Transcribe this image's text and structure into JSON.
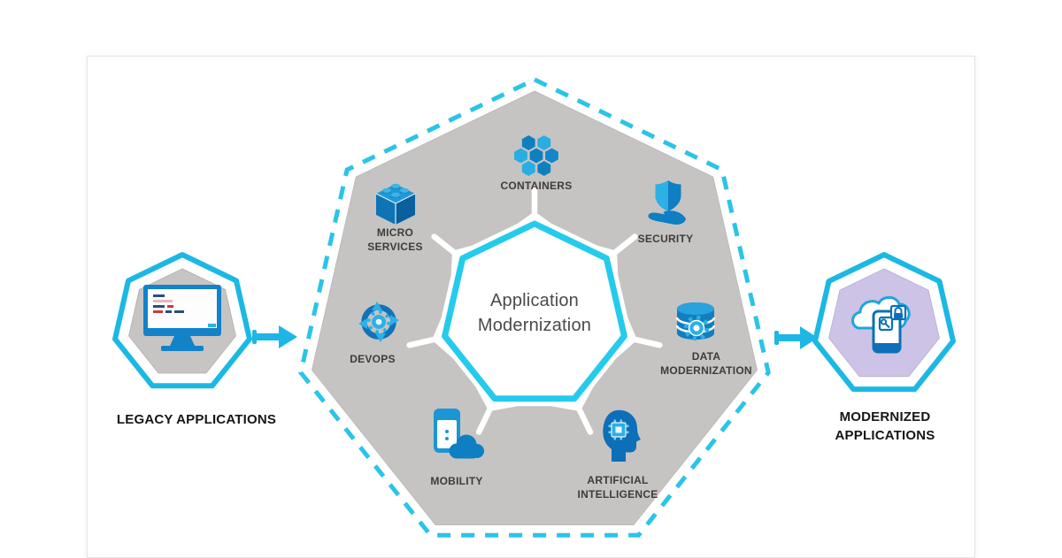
{
  "center": {
    "title": "Application Modernization"
  },
  "legacy": {
    "label": "LEGACY APPLICATIONS",
    "icon": "legacy-monitor-icon"
  },
  "modernized": {
    "label": "MODERNIZED APPLICATIONS",
    "icon": "cloud-mobile-icon"
  },
  "items": [
    {
      "id": "containers",
      "label": "CONTAINERS",
      "icon": "hexagon-cluster-icon"
    },
    {
      "id": "security",
      "label": "SECURITY",
      "icon": "shield-in-hand-icon"
    },
    {
      "id": "data-modernization",
      "label": "DATA MODERNIZATION",
      "icon": "database-gear-icon"
    },
    {
      "id": "artificial-intelligence",
      "label": "ARTIFICIAL INTELLIGENCE",
      "icon": "head-chip-icon"
    },
    {
      "id": "mobility",
      "label": "MOBILITY",
      "icon": "phone-cloud-icon"
    },
    {
      "id": "devops",
      "label": "DEVOPS",
      "icon": "devops-loop-gear-icon"
    },
    {
      "id": "micro-services",
      "label": "MICRO SERVICES",
      "icon": "building-block-icon"
    }
  ],
  "colors": {
    "accent_cyan": "#1db6e5",
    "dashed_border": "#2bc4e8",
    "inner_ring_cyan": "#25cbec",
    "heptagon_gray": "#c5c4c3",
    "lavender_fill": "#cdc3e6",
    "icon_blue_dark": "#0d7fc2",
    "icon_blue_light": "#2cb0e6",
    "label_text": "#3c3c3c"
  }
}
